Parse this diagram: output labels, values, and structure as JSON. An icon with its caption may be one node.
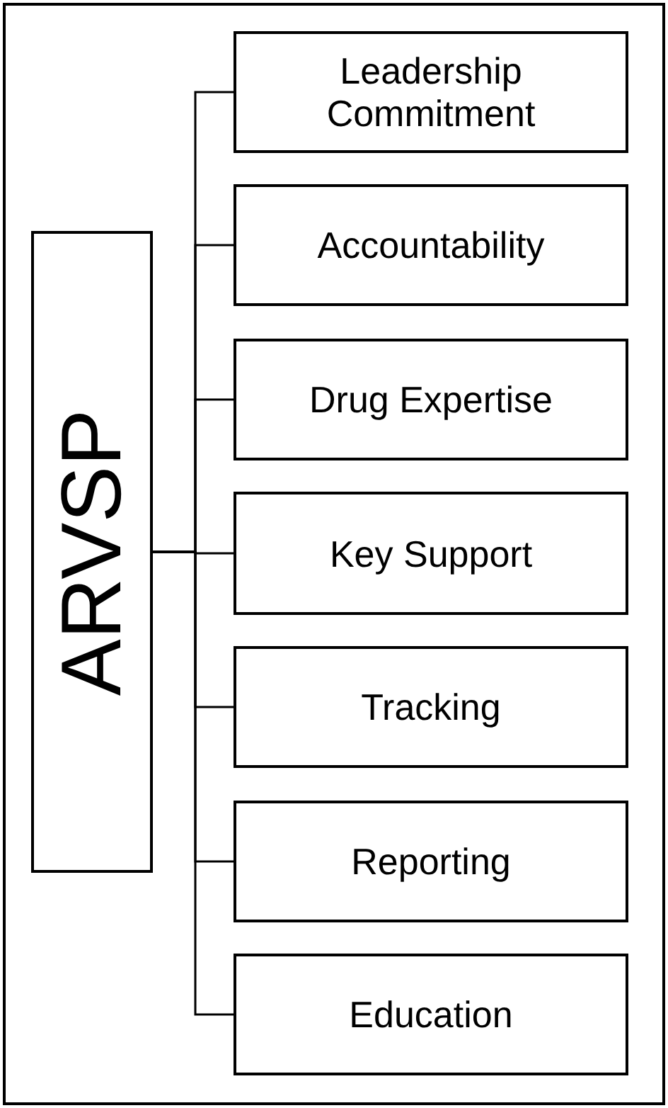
{
  "diagram": {
    "nodes": [
      {
        "text": [
          "ARVSP"
        ]
      },
      {
        "text": [
          "Leadership Commitment"
        ]
      },
      {
        "text": [
          "Accountability"
        ]
      },
      {
        "text": [
          "Drug Expertise"
        ]
      },
      {
        "text": [
          "Key Support"
        ]
      },
      {
        "text": [
          "Tracking"
        ]
      },
      {
        "text": [
          "Reporting"
        ]
      },
      {
        "text": [
          "Education"
        ]
      }
    ],
    "edges": [
      {
        "from": 0,
        "to": 1,
        "arrow": "none"
      },
      {
        "from": 0,
        "to": 2,
        "arrow": "none"
      },
      {
        "from": 0,
        "to": 3,
        "arrow": "none"
      },
      {
        "from": 0,
        "to": 4,
        "arrow": "none"
      },
      {
        "from": 0,
        "to": 5,
        "arrow": "none"
      },
      {
        "from": 0,
        "to": 6,
        "arrow": "none"
      },
      {
        "from": 0,
        "to": 7,
        "arrow": "none"
      }
    ]
  }
}
